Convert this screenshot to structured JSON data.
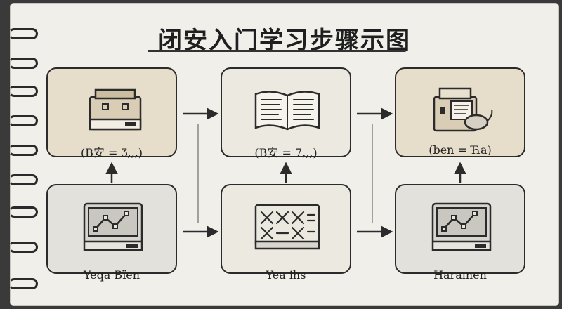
{
  "title": "闭安入门学习步骤示图",
  "cards": {
    "top_left": {
      "label": "(B安 = Ʒ,,,)",
      "icon": "printer-icon"
    },
    "top_mid": {
      "label": "(B安 = 7,,,)",
      "icon": "open-book-icon"
    },
    "top_right": {
      "label": "(ben = Ћa)",
      "icon": "printer-with-mouse-icon"
    },
    "bot_left": {
      "label": "Yeqa Bїen",
      "icon": "monitor-graph-icon"
    },
    "bot_mid": {
      "label": "Yea ihs",
      "icon": "pattern-book-icon"
    },
    "bot_right": {
      "label": "Haraınen",
      "icon": "monitor-graph-icon"
    }
  },
  "colors": {
    "ink": "#2b2b2b",
    "paper": "#f1efea",
    "tan_card": "#e6ddcb"
  }
}
